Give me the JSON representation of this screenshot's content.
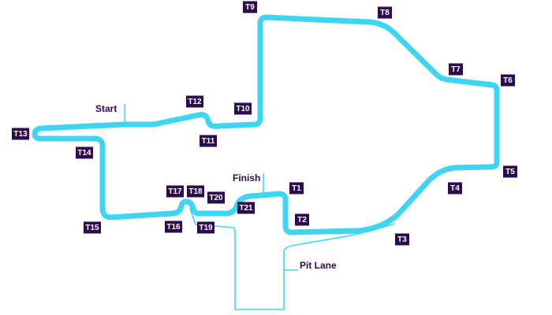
{
  "colors": {
    "track": "#3fd5f2",
    "pit_lane": "#3fd5f2",
    "turn_badge": "#2d0a4e",
    "label_text": "#2d0a4e"
  },
  "markers": {
    "start": "Start",
    "finish": "Finish",
    "pit_lane": "Pit Lane"
  },
  "turns": [
    "T1",
    "T2",
    "T3",
    "T4",
    "T5",
    "T6",
    "T7",
    "T8",
    "T9",
    "T10",
    "T11",
    "T12",
    "T13",
    "T14",
    "T15",
    "T16",
    "T17",
    "T18",
    "T19",
    "T20",
    "T21"
  ]
}
